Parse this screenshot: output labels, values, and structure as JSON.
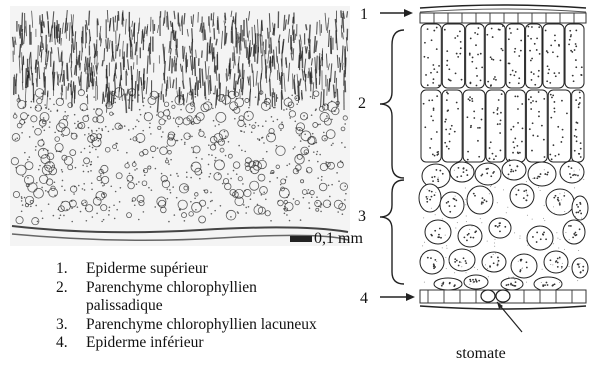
{
  "scale_bar": "0,1 mm",
  "callouts": [
    {
      "number": "1"
    },
    {
      "number": "2"
    },
    {
      "number": "3"
    },
    {
      "number": "4"
    }
  ],
  "stomate_label": "stomate",
  "legend": [
    {
      "number": "1.",
      "text": "Epiderme supérieur"
    },
    {
      "number": "2.",
      "text": "Parenchyme chlorophyllien palissadique"
    },
    {
      "number": "3.",
      "text": "Parenchyme chlorophyllien lacuneux"
    },
    {
      "number": "4.",
      "text": "Epiderme inférieur"
    }
  ]
}
